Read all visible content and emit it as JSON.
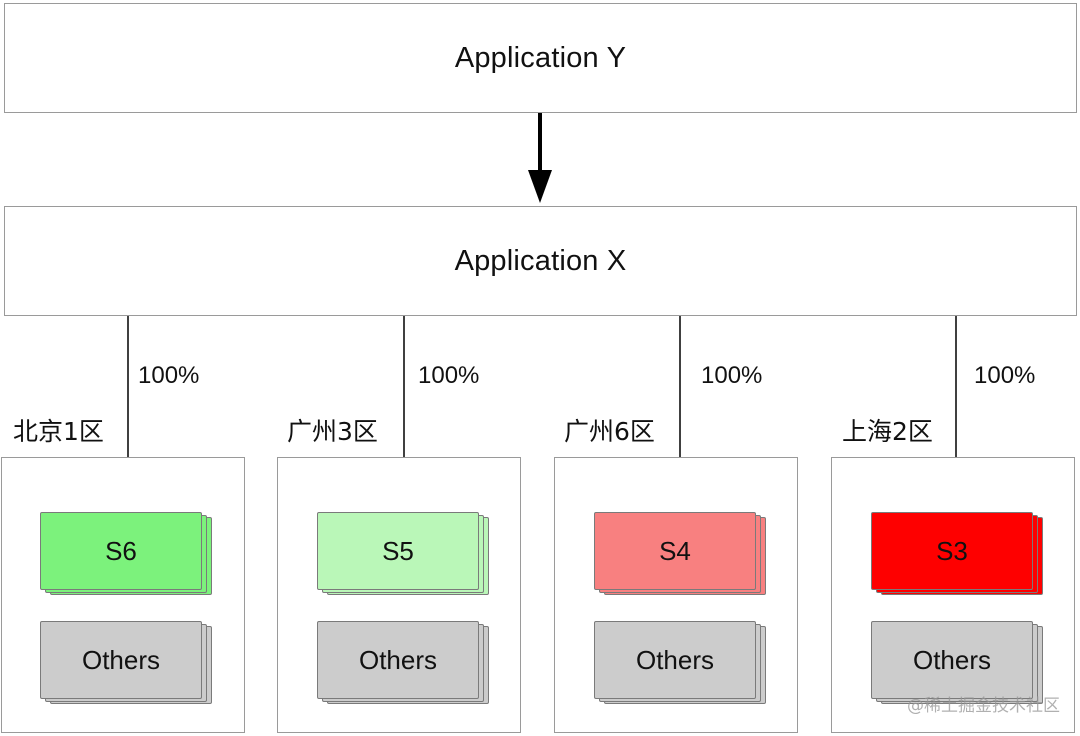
{
  "diagram": {
    "app_y": "Application Y",
    "app_x": "Application X",
    "regions": [
      {
        "label": "北京1区",
        "traffic": "100%",
        "service": "S6",
        "service_color": "#7cf27c",
        "others": "Others"
      },
      {
        "label": "广州3区",
        "traffic": "100%",
        "service": "S5",
        "service_color": "#baf7b8",
        "others": "Others"
      },
      {
        "label": "广州6区",
        "traffic": "100%",
        "service": "S4",
        "service_color": "#f88080",
        "others": "Others"
      },
      {
        "label": "上海2区",
        "traffic": "100%",
        "service": "S3",
        "service_color": "#fe0000",
        "others": "Others"
      }
    ],
    "others_color": "#cccccc"
  },
  "watermark": "@稀土掘金技术社区"
}
